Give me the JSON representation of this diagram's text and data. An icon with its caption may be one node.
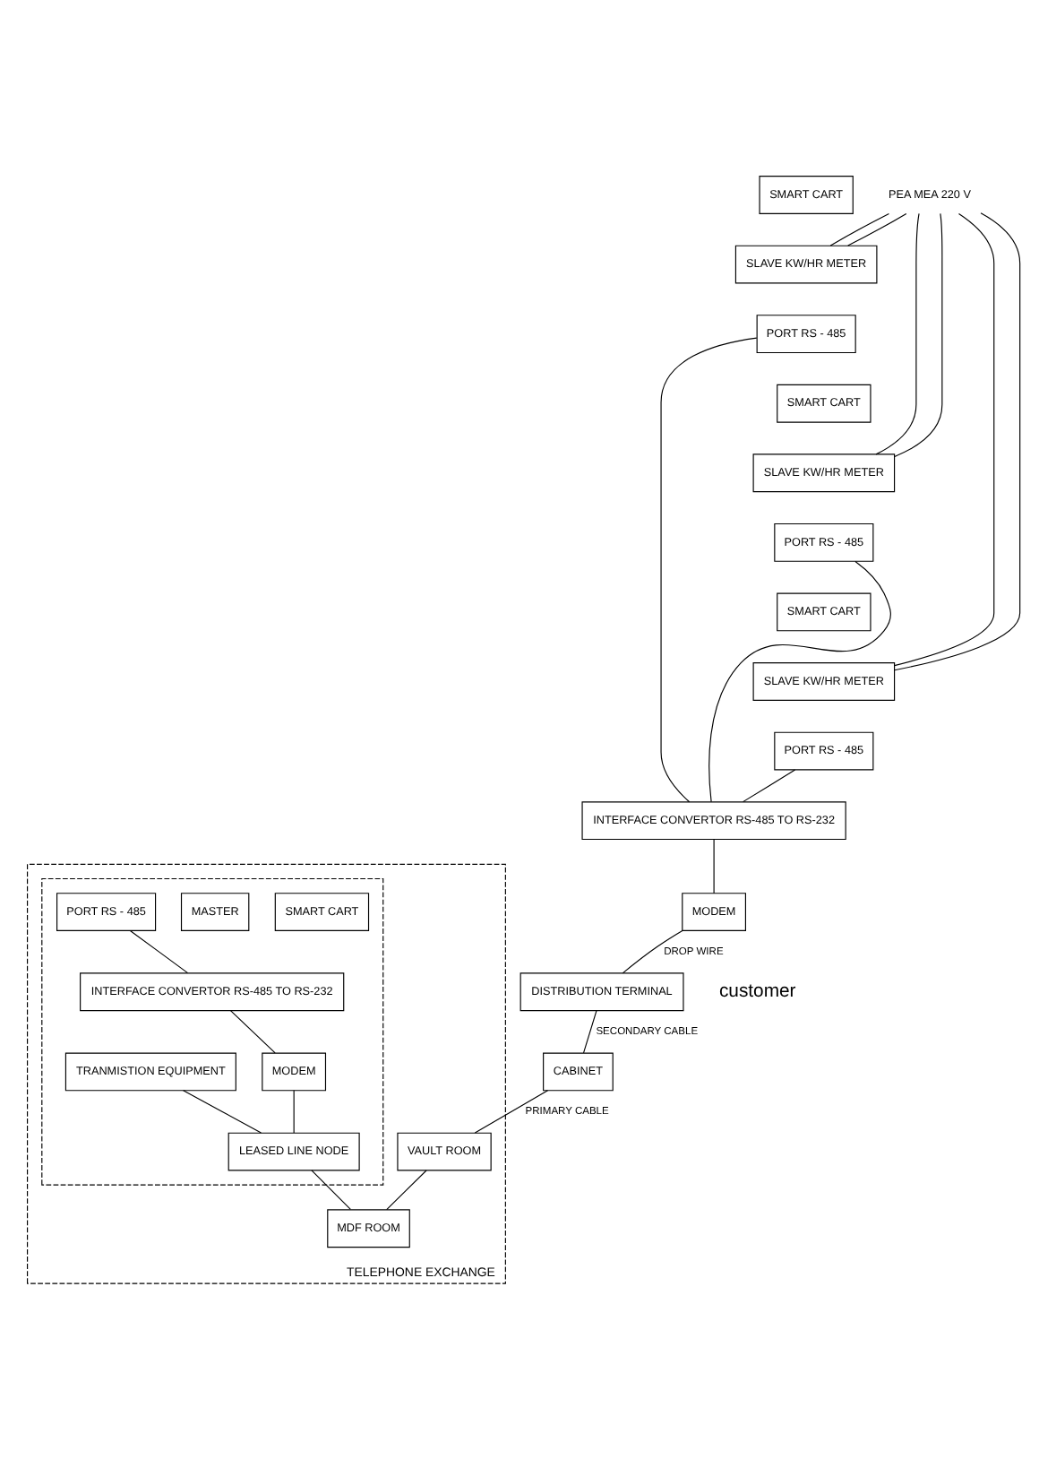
{
  "diagram": {
    "nodes": [
      {
        "text": [
          "PEA MEA 220 V"
        ]
      },
      {
        "text": [
          "SMART CART"
        ]
      },
      {
        "text": [
          "SLAVE KW/HR METER"
        ]
      },
      {
        "text": [
          "PORT RS - 485"
        ]
      },
      {
        "text": [
          "SMART CART"
        ]
      },
      {
        "text": [
          "SLAVE KW/HR METER"
        ]
      },
      {
        "text": [
          "PORT RS - 485"
        ]
      },
      {
        "text": [
          "SMART CART"
        ]
      },
      {
        "text": [
          "SLAVE KW/HR METER"
        ]
      },
      {
        "text": [
          "PORT RS - 485"
        ]
      },
      {
        "text": [
          "INTERFACE CONVERTOR RS-485 TO RS-232"
        ]
      },
      {
        "text": [
          "MODEM"
        ]
      },
      {
        "text": [
          "DISTRIBUTION TERMINAL"
        ]
      },
      {
        "text": [
          "CABINET"
        ]
      },
      {
        "text": [
          "TELEPHONE EXCHANGE"
        ]
      },
      {
        "text": [],
        "shape": "box",
        "in": 14
      },
      {
        "text": [
          "VAULT ROOM"
        ],
        "in": 14
      },
      {
        "text": [
          "MDF ROOM"
        ],
        "in": 14
      },
      {
        "text": [
          "SMART CART"
        ],
        "in": 15
      },
      {
        "text": [
          "MASTER"
        ],
        "in": 15
      },
      {
        "text": [
          "PORT RS - 485"
        ],
        "in": 15
      },
      {
        "text": [
          "INTERFACE CONVERTOR RS-485 TO RS-232"
        ],
        "in": 15
      },
      {
        "text": [
          "TRANMISTION EQUIPMENT"
        ],
        "in": 15
      },
      {
        "text": [
          "MODEM"
        ],
        "in": 15
      },
      {
        "text": [
          "LEASED LINE NODE"
        ],
        "in": 15
      }
    ],
    "edges": [
      {
        "from": 0,
        "to": 2,
        "arrow": "none"
      },
      {
        "from": 0,
        "to": 2,
        "arrow": "none"
      },
      {
        "from": 0,
        "to": 5,
        "arrow": "none"
      },
      {
        "from": 0,
        "to": 5,
        "arrow": "none"
      },
      {
        "from": 0,
        "to": 8,
        "arrow": "none"
      },
      {
        "from": 0,
        "to": 8,
        "arrow": "none"
      },
      {
        "from": 3,
        "to": 10,
        "arrow": "none"
      },
      {
        "from": 6,
        "to": 10,
        "arrow": "none"
      },
      {
        "from": 9,
        "to": 10,
        "arrow": "none"
      },
      {
        "from": 10,
        "to": 11,
        "arrow": "none"
      },
      {
        "from": 11,
        "to": 12,
        "arrow": "none",
        "label": "DROP WIRE"
      },
      {
        "from": 12,
        "to": 13,
        "arrow": "none",
        "label": "SECONDARY CABLE"
      },
      {
        "from": 13,
        "to": 16,
        "arrow": "none",
        "label": "PRIMARY CABLE"
      },
      {
        "from": 16,
        "to": 17,
        "arrow": "none"
      },
      {
        "from": 22,
        "to": 24,
        "arrow": "none"
      },
      {
        "from": 20,
        "to": 21,
        "arrow": "none"
      },
      {
        "from": 21,
        "to": 23,
        "arrow": "none"
      },
      {
        "from": 23,
        "to": 24,
        "arrow": "none"
      },
      {
        "from": 24,
        "to": 17,
        "arrow": "none"
      }
    ],
    "labels": [
      "customer"
    ]
  }
}
